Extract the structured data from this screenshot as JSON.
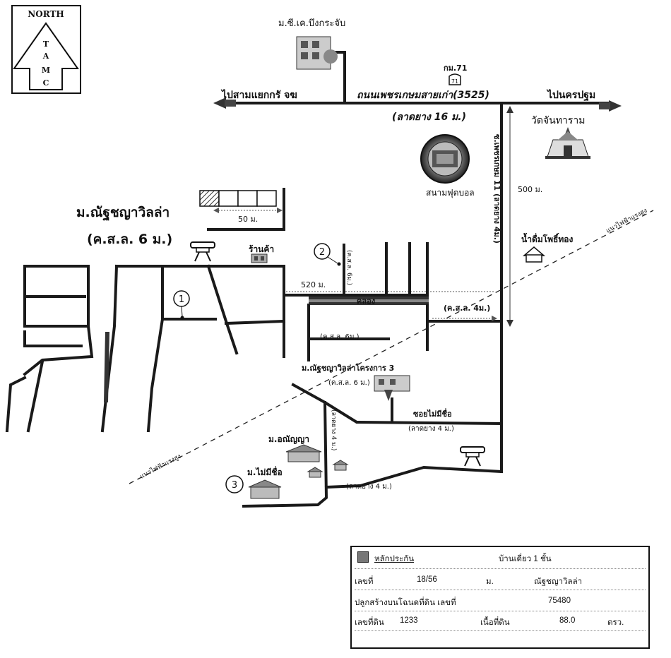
{
  "north_box": {
    "title": "NORTH",
    "letters": [
      "T",
      "A",
      "M",
      "C"
    ]
  },
  "places": {
    "top_village": "ม.ซี.เค.บึงกระจับ",
    "km_marker": "กม.71",
    "temple": "วัดจันทาราม",
    "stadium": "สนามฟุตบอล",
    "drinking_water": "น้ำดื่มโพธิ์ทอง",
    "main_village": "ม.ณัฐชญาวิลล่า",
    "main_village_road": "(ค.ส.ล. 6 ม.)",
    "shop": "ร้านค้า",
    "canal": "คลอง",
    "village_project3": "ม.ณัฐชญาวิลล่าโครงการ 3",
    "village_anchanya": "ม.อณัญญา",
    "village_noname": "ม.ไม่มีชื่อ"
  },
  "roads": {
    "main_road": "ถนนเพชรเกษมสายเก่า(3525)",
    "main_road_surface": "(ลาดยาง 16 ม.)",
    "to_left": "ไปสามแยกกรั จฆ",
    "to_right": "ไปนครปฐม",
    "vertical_road": "ซ.เพชรเกษม 11 (ลาดยาง 4ม.)",
    "dist_500": "500 ม.",
    "dist_50": "50 ม.",
    "dist_520": "520 ม.",
    "road_kssl_4m": "(ค.ส.ล. 4ม.)",
    "road_kssl_6m": "(ค.ส.ล. 6ม.)",
    "road_kssl_6m_small": "(ค.ส.ล. 6ม.)",
    "road_kssl_6m_proj": "(ค.ส.ล. 6 ม.)",
    "soi_noname": "ซอยไม่มีชื่อ",
    "soi_noname_surface": "(ลาดยาง 4 ม.)",
    "lower_road_surface": "(ลาดยาง 4 ม.)",
    "vertical_lower_surface": "(ลาดยาง 4 ม.)",
    "power_line_1": "แนวไฟฟ้าแรงสูง",
    "power_line_2": "แนวไฟฟ้าแรงสูง"
  },
  "markers": [
    "1",
    "2",
    "3"
  ],
  "info_table": {
    "collateral_label": "หลักประกัน",
    "house_type": "บ้านเดี่ยว 1  ชั้น",
    "number_label": "เลขที่",
    "number_value": "18/56",
    "moo_label": "ม.",
    "moo_value": "ณัฐชญาวิลล่า",
    "deed_label": "ปลูกสร้างบนโฉนดที่ดิน เลขที่",
    "deed_value": "75480",
    "land_no_label": "เลขที่ดิน",
    "land_no_value": "1233",
    "area_label": "เนื้อที่ดิน",
    "area_value": "88.0",
    "area_unit": "ตรว."
  }
}
